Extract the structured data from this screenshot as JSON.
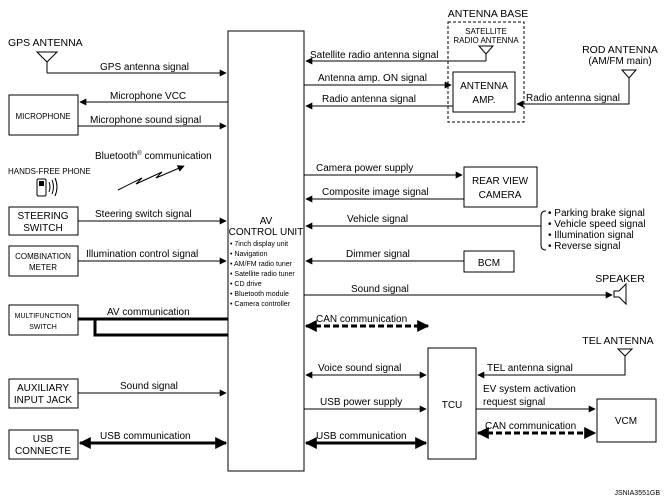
{
  "antennas": {
    "gps": "GPS ANTENNA",
    "antenna_base": "ANTENNA BASE",
    "satellite_radio_l1": "SATELLITE",
    "satellite_radio_l2": "RADIO ANTENNA",
    "rod_l1": "ROD ANTENNA",
    "rod_l2": "(AM/FM main)",
    "tel": "TEL ANTENNA"
  },
  "left_components": {
    "microphone": "MICROPHONE",
    "hands_free_phone": "HANDS-FREE PHONE",
    "steering_l1": "STEERING",
    "steering_l2": "SWITCH",
    "combination_l1": "COMBINATION",
    "combination_l2": "METER",
    "multifunction_l1": "MULTIFUNCTION",
    "multifunction_l2": "SWITCH",
    "auxiliary_l1": "AUXILIARY",
    "auxiliary_l2": "INPUT JACK",
    "usb_l1": "USB",
    "usb_l2": "CONNECTE"
  },
  "av_unit": {
    "title_l1": "AV",
    "title_l2": "CONTROL UNIT",
    "features": [
      "• 7inch display unit",
      "• Navigation",
      "• AM/FM radio tuner",
      "• Satellite radio tuner",
      "• CD drive",
      "• Bluetooth  module",
      "• Camera controller"
    ]
  },
  "right_components": {
    "antenna_amp_l1": "ANTENNA",
    "antenna_amp_l2": "AMP.",
    "rear_camera_l1": "REAR VIEW",
    "rear_camera_l2": "CAMERA",
    "bcm": "BCM",
    "speaker": "SPEAKER",
    "tcu": "TCU",
    "vcm": "VCM"
  },
  "vehicle_signal_items": [
    "• Parking brake signal",
    "• Vehicle speed signal",
    "• Illumination signal",
    "• Reverse signal"
  ],
  "signals": {
    "gps_antenna_signal": "GPS antenna signal",
    "microphone_vcc": "Microphone VCC",
    "microphone_sound": "Microphone sound signal",
    "bluetooth_comm": "Bluetooth",
    "bluetooth_reg": "®",
    "bluetooth_comm_suffix": " communication",
    "steering_switch_signal": "Steering switch signal",
    "illumination_control": "Illumination control signal",
    "av_communication": "AV communication",
    "aux_sound": "Sound signal",
    "usb_comm_left": "USB communication",
    "satellite_radio_antenna": "Satellite radio antenna signal",
    "antenna_amp_on": "Antenna amp. ON signal",
    "radio_antenna_left": "Radio antenna signal",
    "radio_antenna_right": "Radio antenna signal",
    "camera_power": "Camera power supply",
    "composite_image": "Composite image signal",
    "vehicle_signal": "Vehicle signal",
    "dimmer_signal": "Dimmer signal",
    "speaker_sound": "Sound signal",
    "can_comm_av": "CAN communication",
    "voice_sound": "Voice sound signal",
    "tel_antenna_signal": "TEL antenna signal",
    "usb_power": "USB power supply",
    "ev_activation_l1": "EV system activation",
    "ev_activation_l2": "request signal",
    "usb_comm_right": "USB communication",
    "can_comm_tcu": "CAN communication"
  },
  "figure_id": "JSNIA3551GB"
}
